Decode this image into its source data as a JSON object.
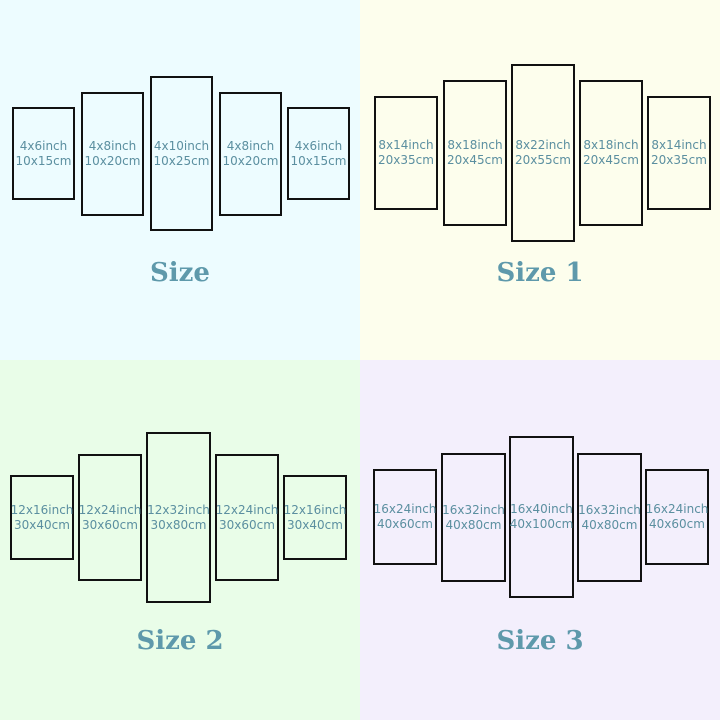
{
  "quadrants": [
    {
      "title": "Size",
      "bg": "#edfcff",
      "panels": [
        {
          "inch": "4x6inch",
          "cm": "10x15cm"
        },
        {
          "inch": "4x8inch",
          "cm": "10x20cm"
        },
        {
          "inch": "4x10inch",
          "cm": "10x25cm"
        },
        {
          "inch": "4x8inch",
          "cm": "10x20cm"
        },
        {
          "inch": "4x6inch",
          "cm": "10x15cm"
        }
      ]
    },
    {
      "title": "Size 1",
      "bg": "#fdfeed",
      "panels": [
        {
          "inch": "8x14inch",
          "cm": "20x35cm"
        },
        {
          "inch": "8x18inch",
          "cm": "20x45cm"
        },
        {
          "inch": "8x22inch",
          "cm": "20x55cm"
        },
        {
          "inch": "8x18inch",
          "cm": "20x45cm"
        },
        {
          "inch": "8x14inch",
          "cm": "20x35cm"
        }
      ]
    },
    {
      "title": "Size 2",
      "bg": "#e9fde8",
      "panels": [
        {
          "inch": "12x16inch",
          "cm": "30x40cm"
        },
        {
          "inch": "12x24inch",
          "cm": "30x60cm"
        },
        {
          "inch": "12x32inch",
          "cm": "30x80cm"
        },
        {
          "inch": "12x24inch",
          "cm": "30x60cm"
        },
        {
          "inch": "12x16inch",
          "cm": "30x40cm"
        }
      ]
    },
    {
      "title": "Size 3",
      "bg": "#f3effc",
      "panels": [
        {
          "inch": "16x24inch",
          "cm": "40x60cm"
        },
        {
          "inch": "16x32inch",
          "cm": "40x80cm"
        },
        {
          "inch": "16x40inch",
          "cm": "40x100cm"
        },
        {
          "inch": "16x32inch",
          "cm": "40x80cm"
        },
        {
          "inch": "16x24inch",
          "cm": "40x60cm"
        }
      ]
    }
  ],
  "colors": {
    "label_text": "#5b8fa0",
    "title_text": "#5e99ab",
    "panel_border": "#111111"
  }
}
